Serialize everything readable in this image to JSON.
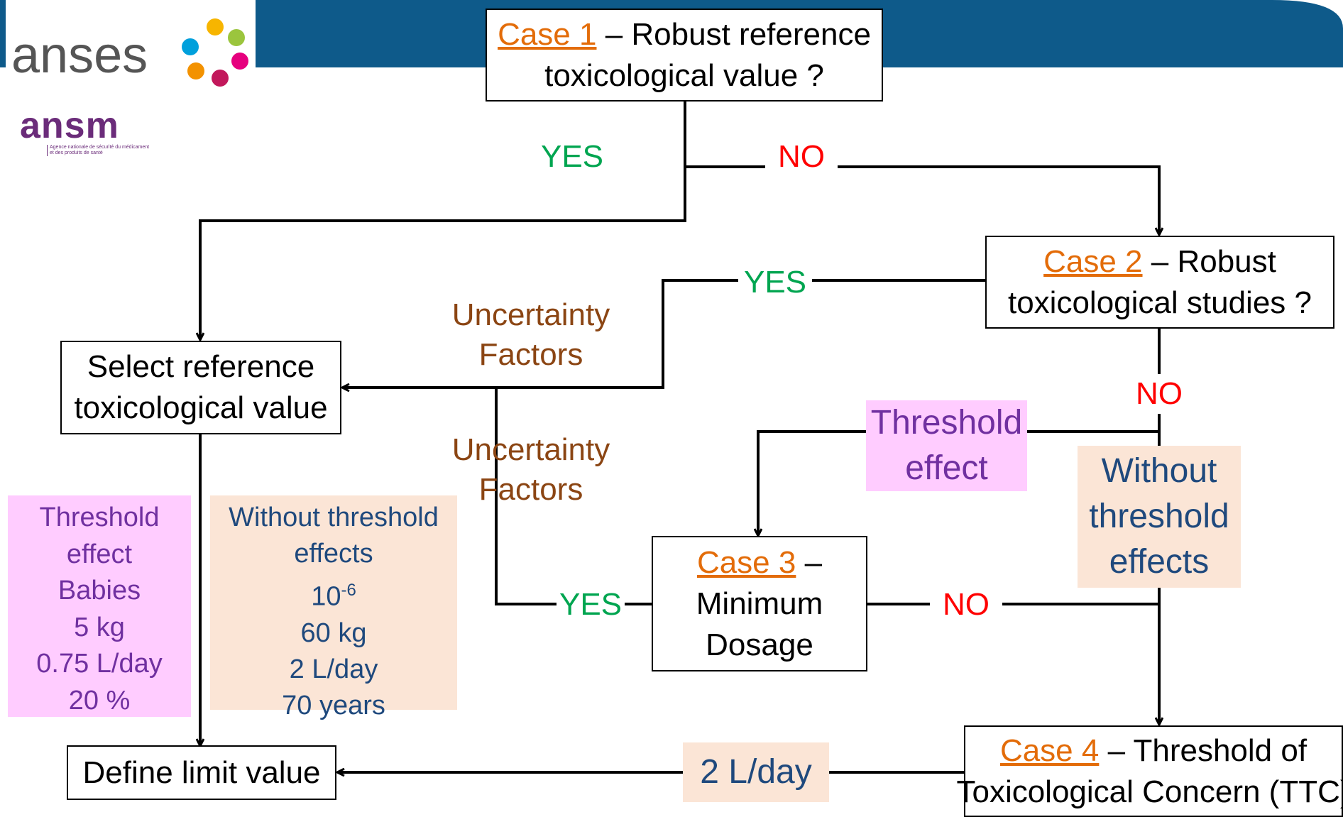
{
  "logos": {
    "anses": "anses",
    "ansm": "ansm",
    "ansm_line1": "Agence nationale de sécurité du médicament",
    "ansm_line2": "et des produits de santé"
  },
  "colors": {
    "banner": "#0E5A8A",
    "case_link": "#E36C09",
    "yes": "#00A550",
    "no": "#FF0000",
    "uncertainty": "#8B4513",
    "threshold_bg": "#FFCCFF",
    "threshold_text": "#7030A0",
    "nothreshold_bg": "#FBE5D6",
    "nothreshold_text": "#1F497D"
  },
  "case1": {
    "label": "Case 1",
    "text1": " – Robust reference",
    "text2": "toxicological value ?"
  },
  "case2": {
    "label": "Case 2",
    "text1": " – Robust",
    "text2": "toxicological studies ?"
  },
  "case3": {
    "label": "Case 3",
    "text1": " –",
    "text2": "Minimum",
    "text3": "Dosage"
  },
  "case4": {
    "label": "Case 4",
    "text1": " – Threshold of",
    "text2": "Toxicological Concern (TTC)"
  },
  "select_box": {
    "line1": "Select reference",
    "line2": "toxicological value"
  },
  "define_box": {
    "text": "Define limit value"
  },
  "labels": {
    "yes1": "YES",
    "no1": "NO",
    "yes2": "YES",
    "no2": "NO",
    "yes3": "YES",
    "no3": "NO",
    "uf1_line1": "Uncertainty",
    "uf1_line2": "Factors",
    "uf2_line1": "Uncertainty",
    "uf2_line2": "Factors",
    "threshold_line1": "Threshold",
    "threshold_line2": "effect",
    "without_line1": "Without",
    "without_line2": "threshold",
    "without_line3": "effects",
    "liters": "2 L/day"
  },
  "threshold_params": {
    "lines": [
      "Threshold",
      "effect",
      "Babies",
      "5 kg",
      "0.75 L/day",
      "20 %"
    ]
  },
  "nothreshold_params": {
    "line1": "Without threshold",
    "line2": "effects",
    "risk_base": "10",
    "risk_exp": "-6",
    "line4": "60 kg",
    "line5": "2 L/day",
    "line6": "70 years"
  }
}
